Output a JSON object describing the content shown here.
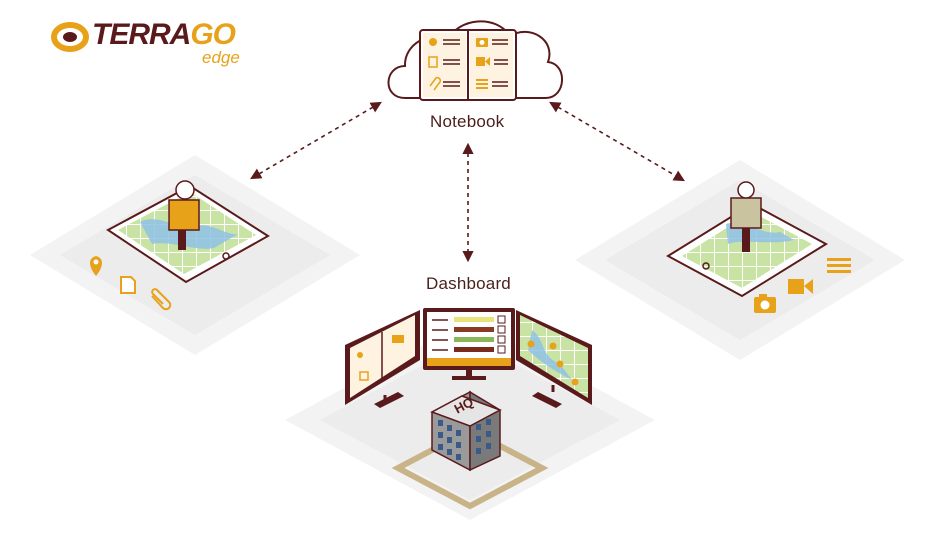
{
  "logo": {
    "brand_main": "TERRA",
    "brand_accent": "GO",
    "brand_sub": "edge"
  },
  "labels": {
    "notebook": "Notebook",
    "dashboard": "Dashboard"
  },
  "building": {
    "sign": "HQ"
  },
  "colors": {
    "outline": "#5a1a1c",
    "accent": "#e8a21a",
    "map_green": "#b6d98a",
    "map_blue": "#8fc1e6",
    "ground": "#f1f1f1",
    "arrow": "#5a1a1c"
  },
  "icons": {
    "left_device": [
      "map-pin-icon",
      "document-icon",
      "paperclip-icon"
    ],
    "right_device": [
      "list-icon",
      "video-camera-icon",
      "camera-icon"
    ],
    "notebook": [
      "map-pin-icon",
      "camera-icon",
      "document-icon",
      "video-camera-icon",
      "paperclip-icon",
      "list-icon"
    ]
  }
}
